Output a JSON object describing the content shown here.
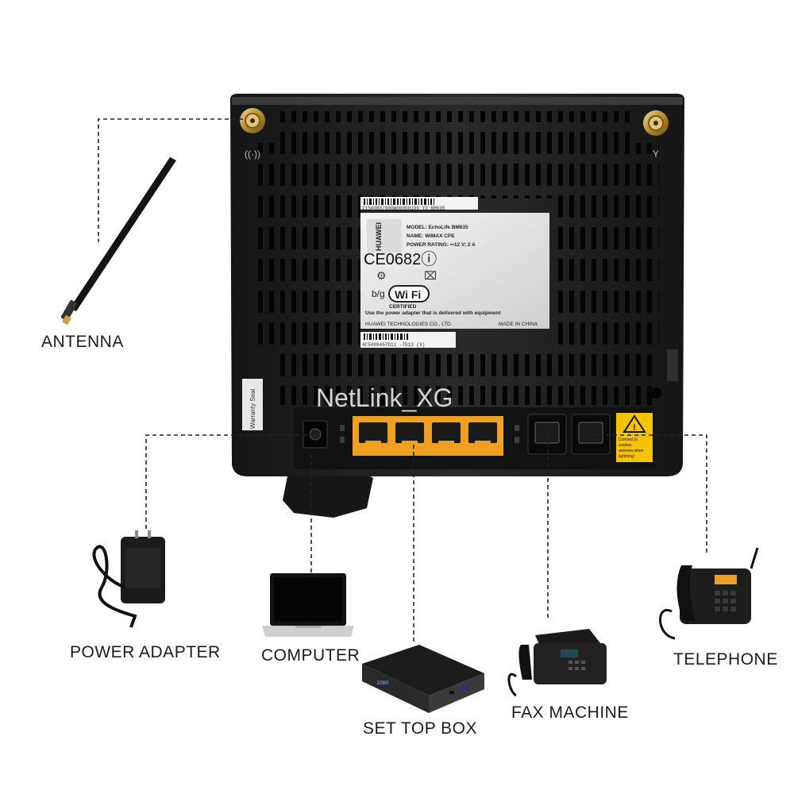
{
  "watermark": "NetLink_XG",
  "router": {
    "brand": "HUAWEI",
    "label_serial_top": "21500807986W06000190    Y2 BM635",
    "model_line": "MODEL: EchoLife BM635",
    "name_line": "NAME: WiMAX CPE",
    "power_line": "POWER RATING: ⎓12 V; 2 A",
    "ce_mark": "CE0682ⓘ",
    "wifi_text": "Wi Fi",
    "wifi_prefix": "b/g",
    "certified": "CERTIFIED",
    "adapter_note": "Use the power adapter that is delivered with equipment",
    "manufacturer": "HUAWEI TECHNOLOGIES CO., LTD.",
    "made_in": "MADE IN CHINA",
    "label_serial_bottom": "4C5499457D11   -7D13 (3)",
    "warning_text": "Connect to outdoor antenna when lightning!",
    "warranty_seal": "Warranty Seal"
  },
  "devices": {
    "antenna": "ANTENNA",
    "power_adapter": "POWER ADAPTER",
    "computer": "COMPUTER",
    "set_top_box": "SET TOP BOX",
    "fax_machine": "FAX MACHINE",
    "telephone": "TELEPHONE"
  },
  "colors": {
    "router_body": "#1f1f1f",
    "lan_ports": "#f0a020",
    "warning": "#f5c400",
    "connector_line": "#222222"
  },
  "icons": [
    "antenna-icon",
    "power-adapter-icon",
    "laptop-icon",
    "set-top-box-icon",
    "fax-machine-icon",
    "telephone-icon"
  ]
}
